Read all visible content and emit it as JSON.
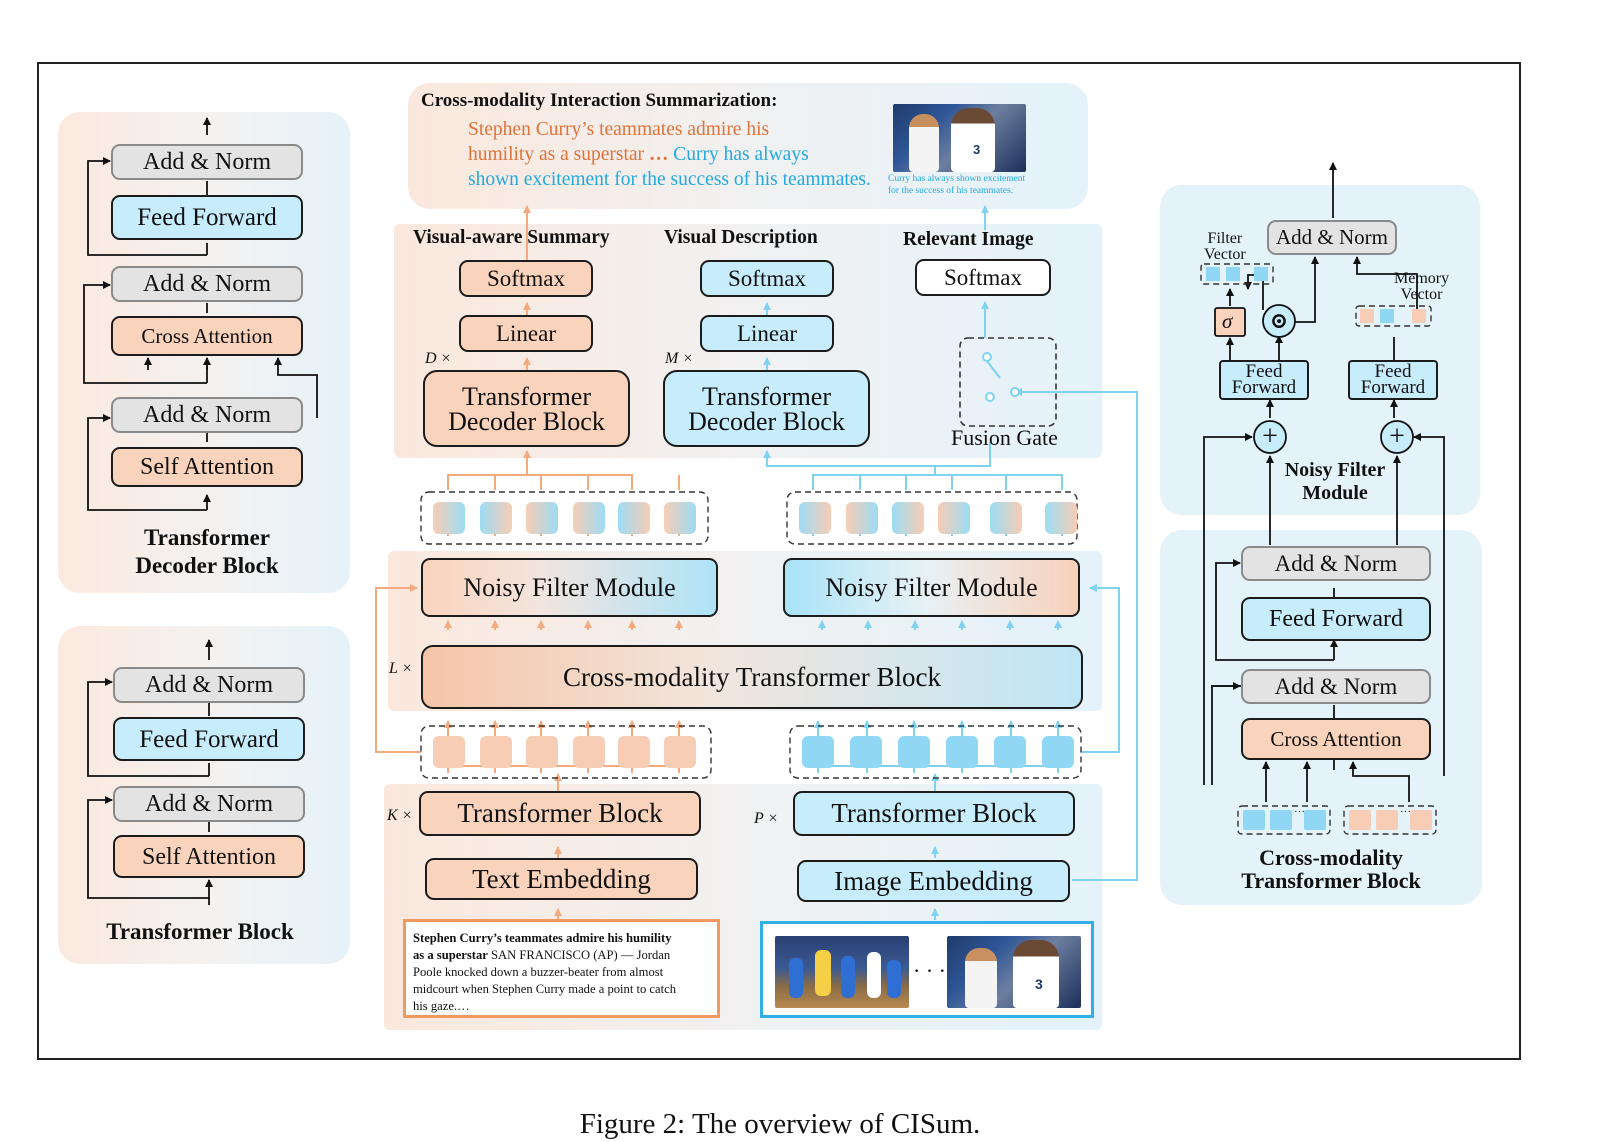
{
  "caption": "Figure 2: The overview of CISum.",
  "decoder_panel": {
    "title_line1": "Transformer",
    "title_line2": "Decoder Block",
    "add_norm_top": "Add & Norm",
    "feed_forward": "Feed Forward",
    "add_norm_mid": "Add & Norm",
    "cross_attention": "Cross Attention",
    "add_norm_low": "Add & Norm",
    "self_attention": "Self Attention"
  },
  "encoder_panel": {
    "title": "Transformer Block",
    "add_norm_top": "Add & Norm",
    "feed_forward": "Feed Forward",
    "add_norm_low": "Add & Norm",
    "self_attention": "Self Attention"
  },
  "summary": {
    "heading": "Cross-modality Interaction Summarization:",
    "text_orange_line1": "Stephen Curry’s teammates admire his",
    "text_orange_line2": "humility as a superstar",
    "ellipsis": "…",
    "text_blue_line2": "Curry has always",
    "text_blue_line3": "shown excitement for the success of his teammates.",
    "image_caption_line1": "Curry has always shown excitement",
    "image_caption_line2": "for the success of his teammates."
  },
  "heads": {
    "visual_summary": {
      "title": "Visual-aware Summary",
      "softmax": "Softmax",
      "linear": "Linear",
      "repeat": "D ×",
      "decoder_line1": "Transformer",
      "decoder_line2": "Decoder Block"
    },
    "visual_description": {
      "title": "Visual Description",
      "softmax": "Softmax",
      "linear": "Linear",
      "repeat": "M ×",
      "decoder_line1": "Transformer",
      "decoder_line2": "Decoder Block"
    },
    "relevant_image": {
      "title": "Relevant Image",
      "softmax": "Softmax",
      "fusion_gate": "Fusion Gate"
    }
  },
  "middle": {
    "noisy_filter_left": "Noisy Filter Module",
    "noisy_filter_right": "Noisy Filter Module",
    "cross_block": "Cross-modality Transformer Block",
    "cross_repeat": "L ×",
    "text_transformer": "Transformer Block",
    "text_repeat": "K ×",
    "image_transformer": "Transformer Block",
    "image_repeat": "P ×",
    "text_embedding": "Text Embedding",
    "image_embedding": "Image Embedding",
    "ellipsis": "· · ·"
  },
  "article": {
    "bold_part_line1": "Stephen Curry’s teammates admire his humility",
    "bold_part_line2": "as a superstar",
    "rest_line2": " SAN FRANCISCO (AP) — Jordan",
    "line3": "Poole knocked down a buzzer-beater from almost",
    "line4": "midcourt when Stephen Curry made a point to catch",
    "line5": "his gaze.…"
  },
  "right_panel": {
    "filter_vector_line1": "Filter",
    "filter_vector_line2": "Vector",
    "memory_vector_line1": "Memory",
    "memory_vector_line2": "Vector",
    "add_norm_out": "Add & Norm",
    "sigma": "σ",
    "dot": "⊙",
    "ff_left_line1": "Feed",
    "ff_left_line2": "Forward",
    "ff_right_line1": "Feed",
    "ff_right_line2": "Forward",
    "plus": "+",
    "nfm_line1": "Noisy Filter",
    "nfm_line2": "Module",
    "add_norm_top": "Add & Norm",
    "feed_forward": "Feed Forward",
    "add_norm_low": "Add & Norm",
    "cross_attention": "Cross Attention",
    "title_line1": "Cross-modality",
    "title_line2": "Transformer Block",
    "vec_dots": "···"
  },
  "colors": {
    "orange_line": "#f4a97f",
    "blue_line": "#7fd2f0",
    "orange_fill": "#fad3bc",
    "blue_fill": "#c7ecfb",
    "gray_fill": "#e3e3e3",
    "summary_orange_text": "#e0733a",
    "summary_blue_text": "#23a9e0"
  }
}
